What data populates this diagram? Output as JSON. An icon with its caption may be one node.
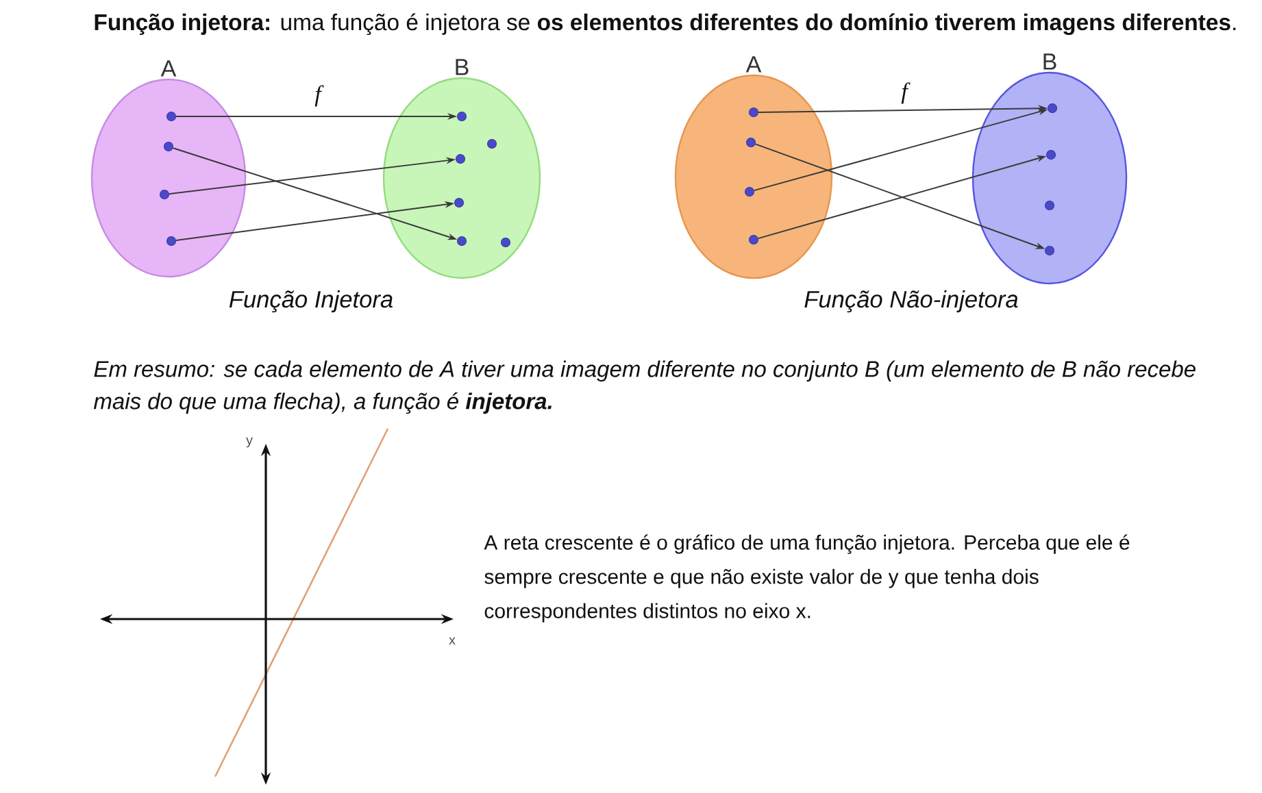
{
  "diagram": {
    "title": "**Função injetora:** uma função é injetora se **os elementos diferentes do domínio tiverem imagens diferentes**.",
    "nodes": [
      {
        "text": [
          "A"
        ]
      },
      {
        "text": [],
        "shape": "circle",
        "in": 0
      },
      {
        "text": [],
        "shape": "circle",
        "in": 0
      },
      {
        "text": [],
        "shape": "circle",
        "in": 0
      },
      {
        "text": [],
        "shape": "circle",
        "in": 0
      },
      {
        "text": [
          "B"
        ]
      },
      {
        "text": [],
        "shape": "circle",
        "in": 5
      },
      {
        "text": [],
        "shape": "circle",
        "in": 5
      },
      {
        "text": [],
        "shape": "circle",
        "in": 5
      },
      {
        "text": [],
        "shape": "circle",
        "in": 5
      },
      {
        "text": [],
        "shape": "circle",
        "in": 5
      },
      {
        "text": [],
        "shape": "circle",
        "in": 5
      },
      {
        "text": [
          "A"
        ]
      },
      {
        "text": [],
        "shape": "circle",
        "in": 12
      },
      {
        "text": [],
        "shape": "circle",
        "in": 12
      },
      {
        "text": [],
        "shape": "circle",
        "in": 12
      },
      {
        "text": [],
        "shape": "circle",
        "in": 12
      },
      {
        "text": [
          "B"
        ]
      },
      {
        "text": [],
        "shape": "circle",
        "in": 17
      },
      {
        "text": [],
        "shape": "circle",
        "in": 17
      },
      {
        "text": [],
        "shape": "circle",
        "in": 17
      },
      {
        "text": [],
        "shape": "circle",
        "in": 17
      }
    ],
    "edges": [
      {
        "from": 1,
        "to": 6,
        "arrow": "to"
      },
      {
        "from": 2,
        "to": 10,
        "arrow": "to"
      },
      {
        "from": 3,
        "to": 8,
        "arrow": "to"
      },
      {
        "from": 4,
        "to": 9,
        "arrow": "to"
      },
      {
        "from": 13,
        "to": 18,
        "arrow": "to"
      },
      {
        "from": 14,
        "to": 21,
        "arrow": "to"
      },
      {
        "from": 15,
        "to": 18,
        "arrow": "to"
      },
      {
        "from": 16,
        "to": 19,
        "arrow": "to"
      }
    ],
    "labels": [
      "f",
      "Função Injetora",
      "f",
      "Função Não-injetora",
      "Em resumo: se cada elemento de A tiver uma imagem diferente no conjunto B (um elemento de B não recebe mais do que uma flecha), a função é **injetora.**",
      "y",
      "x",
      "A reta crescente é o gráfico de uma função injetora. Perceba que ele é sempre crescente e que não existe valor de y que tenha dois correspondentes distintos no eixo x."
    ]
  }
}
